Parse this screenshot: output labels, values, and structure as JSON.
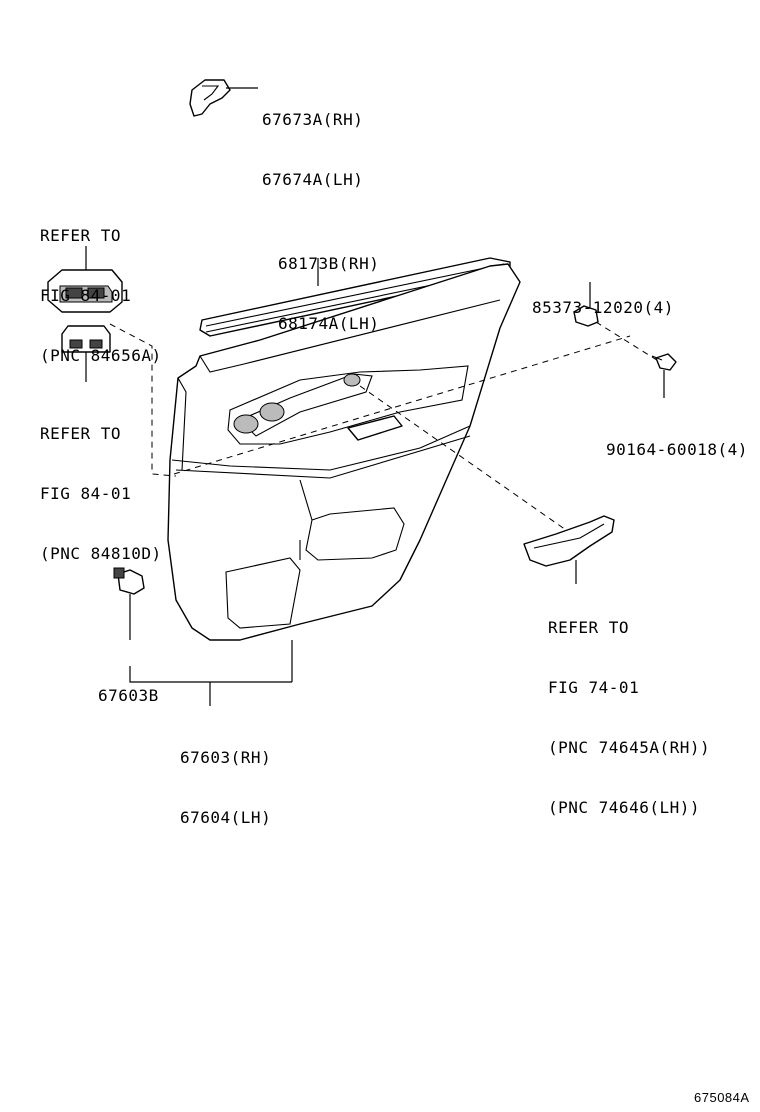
{
  "diagram_id": "675084A",
  "callouts": {
    "handle_cover": {
      "line1": "67673A(RH)",
      "line2": "67674A(LH)"
    },
    "switch_ref": {
      "line1": "REFER TO",
      "line2": "FIG 84-01",
      "line3": "(PNC 84656A)"
    },
    "weatherstrip": {
      "line1": "68173B(RH)",
      "line2": "68174A(LH)"
    },
    "screw": {
      "line1": "85373-12020(4)"
    },
    "lamp_ref": {
      "line1": "REFER TO",
      "line2": "FIG 84-01",
      "line3": "(PNC 84810D)"
    },
    "clip_bolt": {
      "line1": "90164-60018(4)"
    },
    "armrest_ref": {
      "line1": "REFER TO",
      "line2": "FIG 74-01",
      "line3": "(PNC 74645A(RH))",
      "line4": "(PNC 74646(LH))"
    },
    "clip": {
      "line1": "67603B"
    },
    "door_panel": {
      "line1": "67603(RH)",
      "line2": "67604(LH)"
    }
  }
}
